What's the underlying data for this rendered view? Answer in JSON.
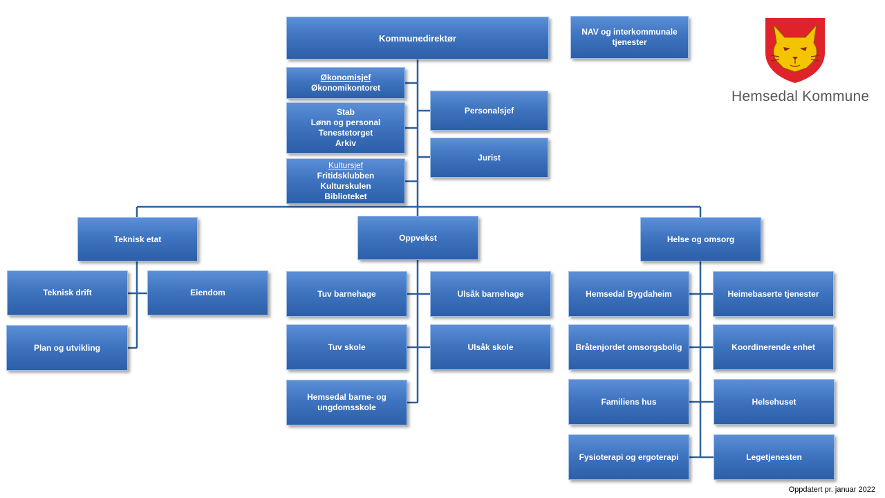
{
  "org": {
    "top": "Kommunedirektør",
    "side_service": "NAV og interkommunale tjenester",
    "staff_left": {
      "economy": {
        "title": "Økonomisjef",
        "line": "Økonomikontoret"
      },
      "stab": {
        "lines": [
          "Stab",
          "Lønn og personal",
          "Tenestetorget",
          "Arkiv"
        ]
      },
      "culture": {
        "title": "Kultursjef",
        "lines": [
          "Fritidsklubben",
          "Kulturskulen",
          "Biblioteket"
        ]
      }
    },
    "staff_right": [
      "Personalsjef",
      "Jurist"
    ],
    "departments": {
      "teknisk": {
        "title": "Teknisk etat",
        "units": [
          "Teknisk drift",
          "Eiendom",
          "Plan og utvikling"
        ]
      },
      "oppvekst": {
        "title": "Oppvekst",
        "units": [
          "Tuv barnehage",
          "Ulsåk barnehage",
          "Tuv skole",
          "Ulsåk skole",
          "Hemsedal barne- og ungdomsskole"
        ]
      },
      "helse": {
        "title": "Helse og omsorg",
        "units": [
          "Hemsedal Bygdaheim",
          "Heimebaserte tjenester",
          "Bråtenjordet omsorgsbolig",
          "Koordinerende enhet",
          "Familiens hus",
          "Helsehuset",
          "Fysioterapi og ergoterapi",
          "Legetjenesten"
        ]
      }
    }
  },
  "logo": {
    "name": "Hemsedal Kommune",
    "shield_color": "#e0222b",
    "lynx_color": "#f5c400"
  },
  "footer": "Oppdatert pr. januar 2022",
  "colors": {
    "box": "#3f74c0",
    "line": "#2f5f9e"
  }
}
